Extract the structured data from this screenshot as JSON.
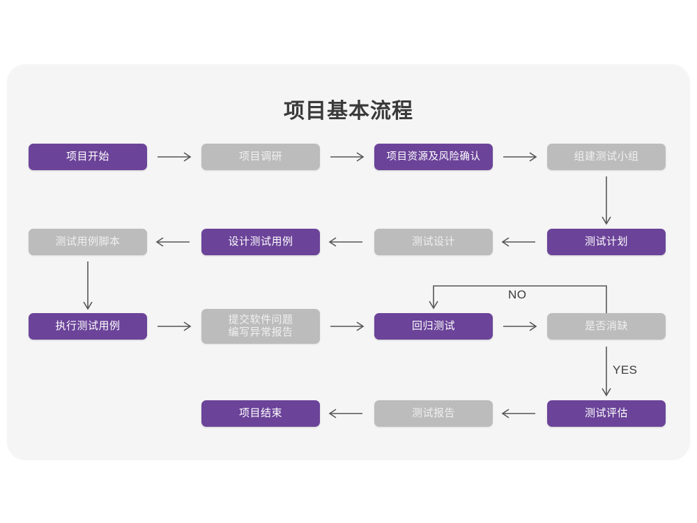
{
  "page": {
    "title": "项目基本流程",
    "background_color": "#ffffff",
    "card_color": "#f5f5f6"
  },
  "theme": {
    "purple": "#6b4399",
    "gray": "#bcbcbc",
    "purple_text": "#ffffff",
    "gray_text": "#f0f0f0",
    "arrow_color": "#555555",
    "title_color": "#3a3a3a"
  },
  "chart_data": {
    "type": "diagram",
    "title": "项目基本流程",
    "nodes": [
      {
        "id": "n1",
        "label": "项目开始",
        "style": "purple",
        "row": 1,
        "col": 1
      },
      {
        "id": "n2",
        "label": "项目调研",
        "style": "gray",
        "row": 1,
        "col": 2
      },
      {
        "id": "n3",
        "label": "项目资源及风险确认",
        "style": "purple",
        "row": 1,
        "col": 3
      },
      {
        "id": "n4",
        "label": "组建测试小组",
        "style": "gray",
        "row": 1,
        "col": 4
      },
      {
        "id": "n5",
        "label": "测试用例脚本",
        "style": "gray",
        "row": 2,
        "col": 1
      },
      {
        "id": "n6",
        "label": "设计测试用例",
        "style": "purple",
        "row": 2,
        "col": 2
      },
      {
        "id": "n7",
        "label": "测试设计",
        "style": "gray",
        "row": 2,
        "col": 3
      },
      {
        "id": "n8",
        "label": "测试计划",
        "style": "purple",
        "row": 2,
        "col": 4
      },
      {
        "id": "n9",
        "label": "执行测试用例",
        "style": "purple",
        "row": 3,
        "col": 1
      },
      {
        "id": "n10",
        "label": "提交软件问题\n编写异常报告",
        "style": "gray",
        "row": 3,
        "col": 2
      },
      {
        "id": "n11",
        "label": "回归测试",
        "style": "purple",
        "row": 3,
        "col": 3
      },
      {
        "id": "n12",
        "label": "是否消缺",
        "style": "gray",
        "row": 3,
        "col": 4
      },
      {
        "id": "n13",
        "label": "项目结束",
        "style": "purple",
        "row": 4,
        "col": 2
      },
      {
        "id": "n14",
        "label": "测试报告",
        "style": "gray",
        "row": 4,
        "col": 3
      },
      {
        "id": "n15",
        "label": "测试评估",
        "style": "purple",
        "row": 4,
        "col": 4
      }
    ],
    "edges": [
      {
        "from": "n1",
        "to": "n2",
        "label": "",
        "direction": "right"
      },
      {
        "from": "n2",
        "to": "n3",
        "label": "",
        "direction": "right"
      },
      {
        "from": "n3",
        "to": "n4",
        "label": "",
        "direction": "right"
      },
      {
        "from": "n4",
        "to": "n8",
        "label": "",
        "direction": "down"
      },
      {
        "from": "n8",
        "to": "n7",
        "label": "",
        "direction": "left"
      },
      {
        "from": "n7",
        "to": "n6",
        "label": "",
        "direction": "left"
      },
      {
        "from": "n6",
        "to": "n5",
        "label": "",
        "direction": "left"
      },
      {
        "from": "n5",
        "to": "n9",
        "label": "",
        "direction": "down"
      },
      {
        "from": "n9",
        "to": "n10",
        "label": "",
        "direction": "right"
      },
      {
        "from": "n10",
        "to": "n11",
        "label": "",
        "direction": "right"
      },
      {
        "from": "n11",
        "to": "n12",
        "label": "",
        "direction": "right"
      },
      {
        "from": "n12",
        "to": "n11",
        "label": "NO",
        "direction": "loop-up-left"
      },
      {
        "from": "n12",
        "to": "n15",
        "label": "YES",
        "direction": "down"
      },
      {
        "from": "n15",
        "to": "n14",
        "label": "",
        "direction": "left"
      },
      {
        "from": "n14",
        "to": "n13",
        "label": "",
        "direction": "left"
      }
    ],
    "edge_labels": {
      "no": "NO",
      "yes": "YES"
    }
  }
}
